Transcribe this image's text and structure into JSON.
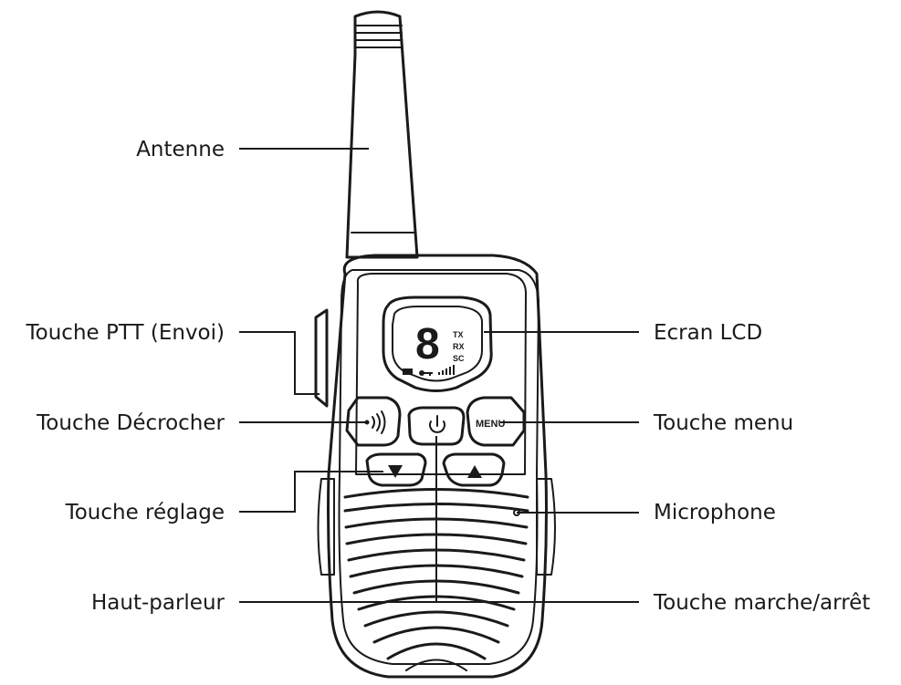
{
  "labels": {
    "antenna": "Antenne",
    "ptt": "Touche PTT (Envoi)",
    "answer": "Touche Décrocher",
    "adjust": "Touche réglage",
    "speaker": "Haut-parleur",
    "lcd": "Ecran LCD",
    "menu": "Touche menu",
    "microphone": "Microphone",
    "power": "Touche marche/arrêt"
  },
  "device": {
    "lcd_digit": "8",
    "lcd_tx": "TX",
    "lcd_rx": "RX",
    "lcd_sc": "SC",
    "menu_key": "MENU"
  },
  "icons": {
    "answer_key": "sound-waves-icon",
    "power_key": "power-icon",
    "down_key": "triangle-down-icon",
    "up_key": "triangle-up-icon",
    "lock": "key-icon",
    "battery": "battery-icon",
    "signal": "signal-bars-icon"
  },
  "colors": {
    "ink": "#1a1a1a",
    "background": "#ffffff"
  }
}
